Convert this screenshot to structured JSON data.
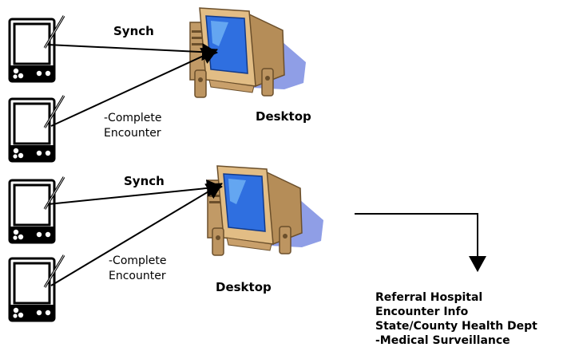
{
  "group_top": {
    "synch_label": "Synch",
    "encounter_line1": "-Complete",
    "encounter_line2": "Encounter",
    "desktop_label": "Desktop"
  },
  "group_bottom": {
    "synch_label": "Synch",
    "encounter_line1": "-Complete",
    "encounter_line2": "Encounter",
    "desktop_label": "Desktop"
  },
  "destinations": [
    "Referral Hospital",
    "Encounter Info",
    "State/County Health Dept",
    "-Medical Surveillance"
  ],
  "colors": {
    "device_body": "#ffffff",
    "device_outline": "#000000",
    "monitor_case": "#d2ad7a",
    "monitor_case_dark": "#8a6a3e",
    "screen": "#2f6fe0",
    "screen_highlight": "#8fd4ff",
    "shadow": "#8f9ee6",
    "arrow": "#000000"
  }
}
